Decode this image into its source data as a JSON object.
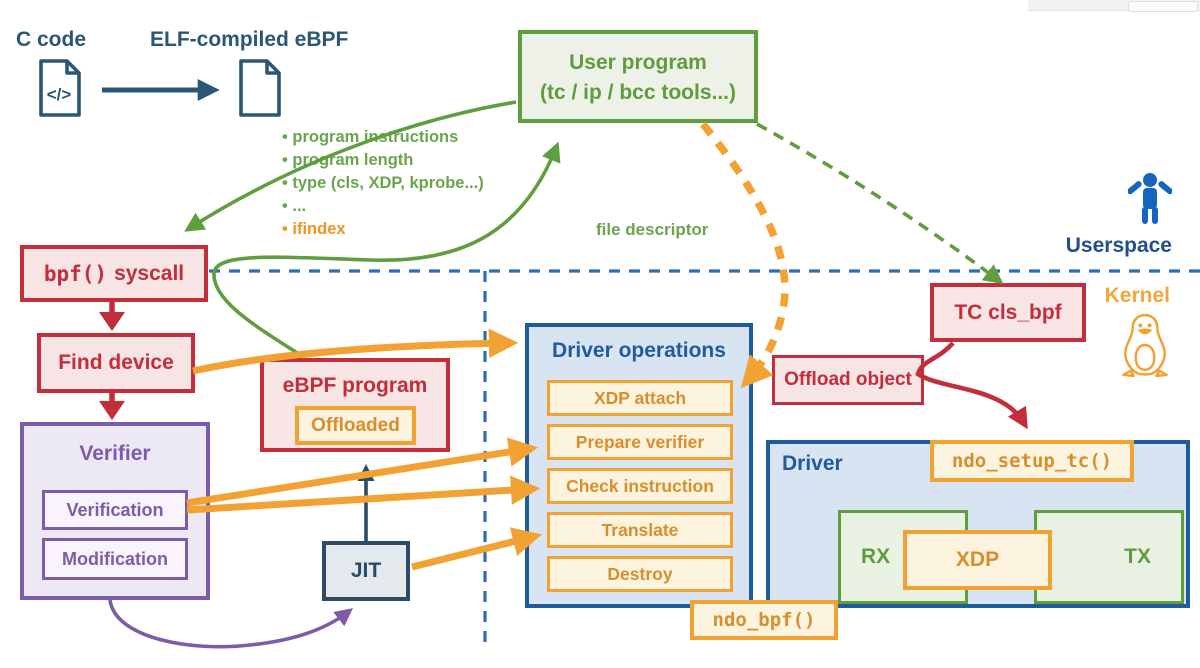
{
  "pipeline": {
    "c_code_label": "C code",
    "elf_label": "ELF-compiled eBPF",
    "code_glyph": "</>"
  },
  "user_program": {
    "line1": "User program",
    "line2": "(tc / ip / bcc tools...)"
  },
  "syscall_args": {
    "items": [
      "program instructions",
      "program length",
      "type (cls, XDP, kprobe...)",
      "..."
    ],
    "ifindex": "ifindex"
  },
  "labels": {
    "file_descriptor": "file descriptor",
    "userspace": "Userspace",
    "kernel": "Kernel"
  },
  "boxes": {
    "syscall_mono": "bpf()",
    "syscall_rest": "syscall",
    "find_device": "Find device",
    "verifier": "Verifier",
    "verification": "Verification",
    "modification": "Modification",
    "ebpf_program": "eBPF program",
    "offloaded": "Offloaded",
    "jit": "JIT",
    "driver_ops_title": "Driver operations",
    "ops": [
      "XDP attach",
      "Prepare verifier",
      "Check instruction",
      "Translate",
      "Destroy"
    ],
    "ndo_bpf": "ndo_bpf()",
    "tc": "TC cls_bpf",
    "offload_object": "Offload object",
    "driver": "Driver",
    "ndo_setup_tc": "ndo_setup_tc()",
    "rx": "RX",
    "xdp": "XDP",
    "tx": "TX"
  },
  "colors": {
    "navy_ink": "#2b5777",
    "driver_blue": "#1e5c9e",
    "dashed_boundary_blue": "#2e6cb4",
    "red": "#c32e3a",
    "red_bg": "#f7e5e6",
    "orange": "#f1a232",
    "orange_text": "#d98e2b",
    "cream_bg": "#fdf4e0",
    "green": "#5f9e3e",
    "green_bg": "#edf1e7",
    "purple": "#7c5ca8",
    "purple_bg": "#ece8f4",
    "person_blue": "#1565c0"
  }
}
